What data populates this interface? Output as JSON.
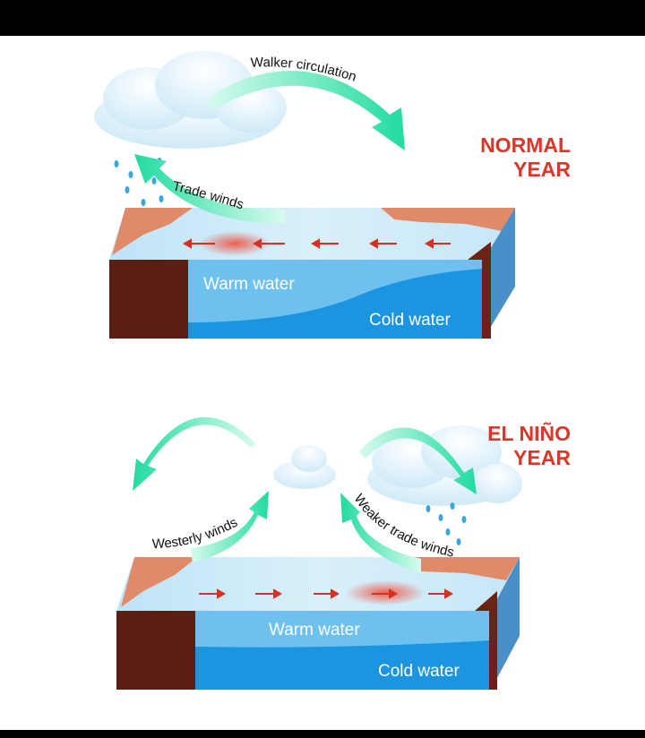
{
  "normal_year": {
    "title_line1": "NORMAL",
    "title_line2": "YEAR",
    "walker_label": "Walker circulation",
    "trade_winds_label": "Trade winds",
    "warm_water_label": "Warm water",
    "cold_water_label": "Cold water"
  },
  "el_nino_year": {
    "title_line1": "EL NIÑO",
    "title_line2": "YEAR",
    "westerly_label": "Westerly winds",
    "weaker_trade_label": "Weaker trade winds",
    "warm_water_label": "Warm water",
    "cold_water_label": "Cold water"
  },
  "colors": {
    "title": "#d8372a",
    "arrow": "#2fe0a8",
    "land": "#e08a6a",
    "brown": "#5a1e12",
    "warm_water": "#6ec0ef",
    "cold_water": "#1b95e0"
  }
}
